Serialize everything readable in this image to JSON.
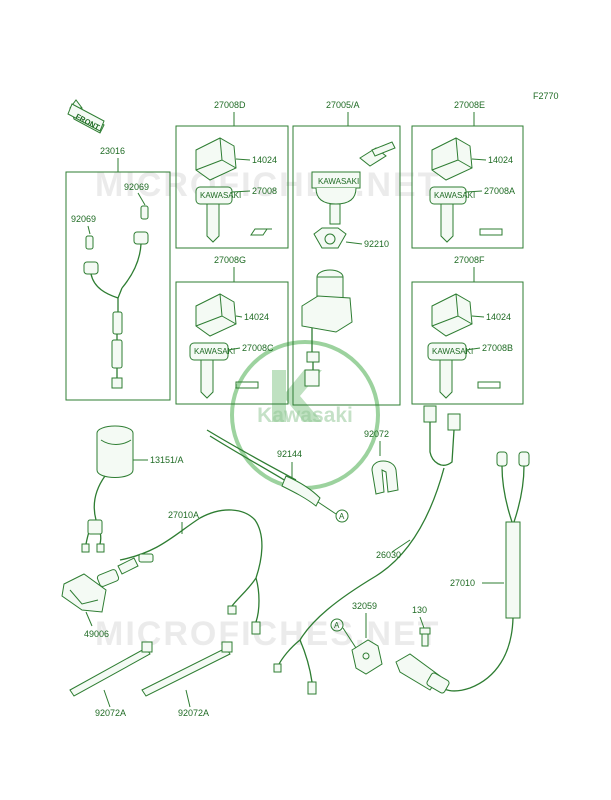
{
  "figure_code": "F2770",
  "front_label": "FRONT",
  "watermark_text": "MICROFICHES.NET",
  "logo_text": "Kawasaki",
  "key_brand": "KAWASAKI",
  "callout": "A",
  "labels": {
    "p23016": "23016",
    "p92069a": "92069",
    "p92069b": "92069",
    "p27008d": "27008D",
    "p14024d": "14024",
    "p27008": "27008",
    "p27005": "27005/A",
    "p92210": "92210",
    "p27008e": "27008E",
    "p14024e": "14024",
    "p27008a": "27008A",
    "p27008g": "27008G",
    "p14024g": "14024",
    "p27008c": "27008C",
    "p27008f": "27008F",
    "p14024f": "14024",
    "p27008b": "27008B",
    "p13151": "13151/A",
    "p92144": "92144",
    "p92072": "92072",
    "p27010a": "27010A",
    "p26030": "26030",
    "p27010": "27010",
    "p32059": "32059",
    "p130": "130",
    "p49006": "49006",
    "p92072a1": "92072A",
    "p92072a2": "92072A"
  },
  "colors": {
    "line": "#2e7d32",
    "label": "#1f6b24",
    "watermark": "#dcdcdc",
    "logo": "#3f9d45"
  }
}
